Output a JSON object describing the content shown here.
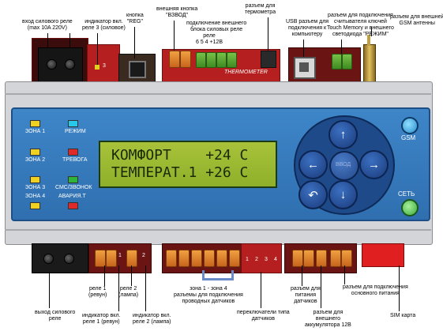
{
  "annotations": {
    "top_power_relay_input": "вход силового реле\n(max 10A 220V)",
    "top_relay3_indicator": "индикатор вкл.\nреле 3 (силовое)",
    "top_reg_button": "кнопка\n\"REG\"",
    "top_arm_button": "внешняя кнопка\n\"ВЗВОД\"",
    "top_ext_relay_block": "подключение внешнего\nблока силовых реле",
    "top_relay_pins": "реле\n6 5 4 +12В",
    "top_thermometer": "разъем для\nтермометра",
    "top_usb": "USB разъем для\nподключения к\nкомпьютеру",
    "top_key_reader": "разъем для подключения\nсчитывателя ключей\nTouch Memory и внешнего\nсветодиода \"РЕЖИМ\"",
    "top_gsm_antenna": "разъем для внешней\nGSM антенны",
    "bottom_relay_output": "выход силового\nреле",
    "bottom_relay1": "реле 1\n(ревун)",
    "bottom_relay2": "реле 2\n(лампа)",
    "bottom_relay1_indicator": "индикатор вкл.\nреле 1 (ревун)",
    "bottom_relay2_indicator": "индикатор вкл.\nреле 2 (лампа)",
    "bottom_zones": "зона 1 - зона 4\nразъемы для подключения\nпроводных датчиков",
    "bottom_sensor_switch": "переключатели типа\nдатчиков",
    "bottom_sensor_power": "разъем для\nпитания\nдатчиков",
    "bottom_battery": "разъем для\nвнешнего\nаккумулятора 12В",
    "bottom_main_power": "разъем для подключения\nосновного питания",
    "bottom_sim": "SIM карта"
  },
  "board": {
    "thermometer_print": "THERMOMETER",
    "relay3_mark": "3",
    "relay1_mark": "1",
    "relay2_mark": "2",
    "switch_numbers": [
      "1",
      "2",
      "3",
      "4"
    ]
  },
  "panel": {
    "leds": [
      {
        "label": "ЗОНА 1",
        "color": "#f0d020"
      },
      {
        "label": "ЗОНА 2",
        "color": "#f0d020"
      },
      {
        "label": "ЗОНА 3",
        "color": "#f0d020"
      },
      {
        "label": "ЗОНА 4",
        "color": "#f0d020"
      },
      {
        "label": "РЕЖИМ",
        "color": "#28c8e8"
      },
      {
        "label": "ТРЕВОГА",
        "color": "#e02a2a"
      },
      {
        "label": "СМС/ЗВОНОК",
        "color": "#2fb43a"
      },
      {
        "label": "АВАРИЯ.Т",
        "color": "#e02a2a"
      }
    ],
    "lcd_line1": "КОМФОРТ    +24 С",
    "lcd_line2": "ТЕМПЕРАТ.1 +26 С",
    "center_button": "ВВОД",
    "gsm_label": "GSM",
    "net_label": "СЕТЬ"
  }
}
